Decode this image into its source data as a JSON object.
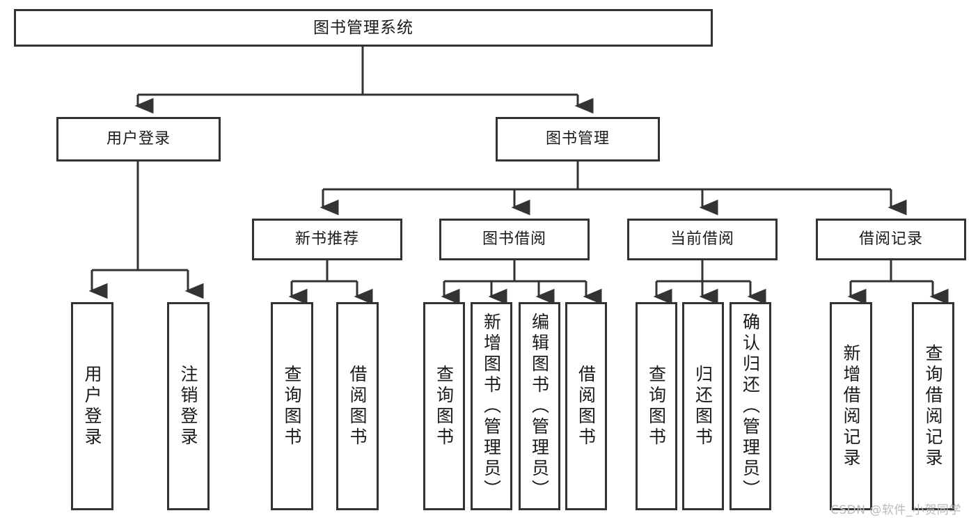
{
  "diagram": {
    "title": "图书管理系统",
    "type": "tree-hierarchy",
    "root": {
      "label": "图书管理系统"
    },
    "level2": [
      {
        "label": "用户登录"
      },
      {
        "label": "图书管理"
      }
    ],
    "level3": [
      {
        "label": "新书推荐"
      },
      {
        "label": "图书借阅"
      },
      {
        "label": "当前借阅"
      },
      {
        "label": "借阅记录"
      }
    ],
    "leaves_user_login": [
      {
        "label": "用户登录"
      },
      {
        "label": "注销登录"
      }
    ],
    "leaves_new_book": [
      {
        "label": "查询图书"
      },
      {
        "label": "借阅图书"
      }
    ],
    "leaves_borrow": [
      {
        "label": "查询图书"
      },
      {
        "label": "新增图书（管理员）"
      },
      {
        "label": "编辑图书（管理员）"
      },
      {
        "label": "借阅图书"
      }
    ],
    "leaves_current": [
      {
        "label": "查询图书"
      },
      {
        "label": "归还图书"
      },
      {
        "label": "确认归还（管理员）"
      }
    ],
    "leaves_records": [
      {
        "label": "新增借阅记录"
      },
      {
        "label": "查询借阅记录"
      }
    ]
  },
  "watermark": {
    "text": "CSDN @软件_小贺同学"
  },
  "colors": {
    "stroke": "#333333",
    "background": "#ffffff",
    "text": "#1a1a1a",
    "watermark": "#b9b9b9"
  }
}
